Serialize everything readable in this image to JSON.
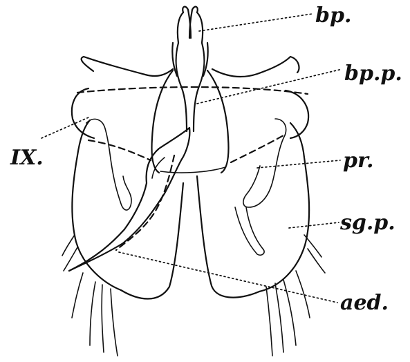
{
  "figure": {
    "labels": {
      "bp": "bp.",
      "bpp": "bp.p.",
      "ix": "IX.",
      "pr": "pr.",
      "sgp": "sg.p.",
      "aed": "aed."
    }
  }
}
